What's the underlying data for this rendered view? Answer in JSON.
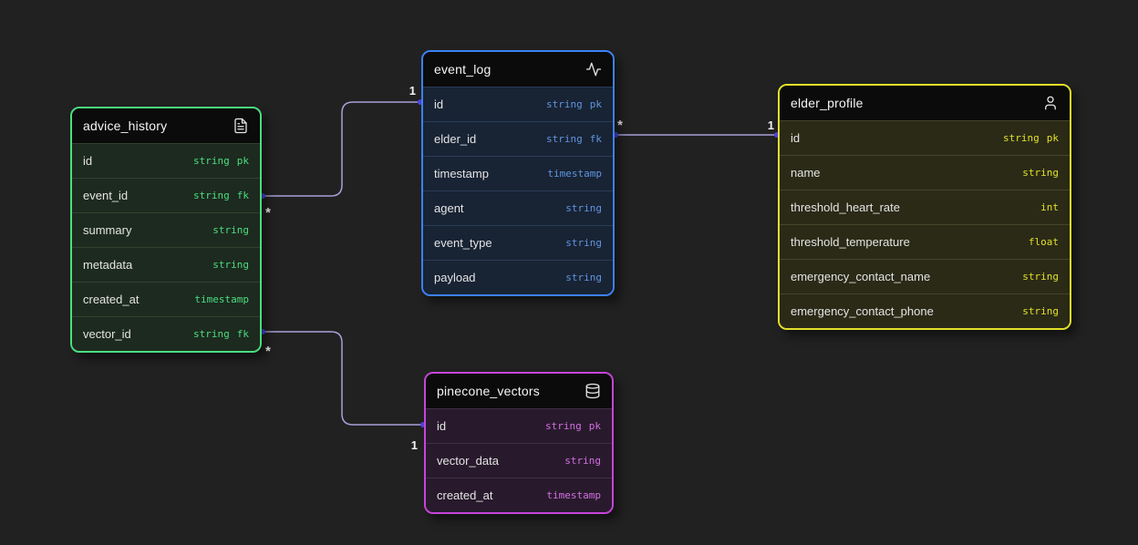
{
  "canvas": {
    "background": "#212121"
  },
  "connector": {
    "line_color": "#a7a1d9",
    "dot_color": "#4f46e5"
  },
  "tables": [
    {
      "name": "advice_history",
      "icon": "file-text-icon",
      "accent": "#4ade80",
      "row_bg": "#1d2a1f",
      "separator": "#31412f",
      "type_color": "#4ade80",
      "fields": [
        {
          "name": "id",
          "type": "string",
          "key": "pk"
        },
        {
          "name": "event_id",
          "type": "string",
          "key": "fk"
        },
        {
          "name": "summary",
          "type": "string",
          "key": ""
        },
        {
          "name": "metadata",
          "type": "string",
          "key": ""
        },
        {
          "name": "created_at",
          "type": "timestamp",
          "key": ""
        },
        {
          "name": "vector_id",
          "type": "string",
          "key": "fk"
        }
      ]
    },
    {
      "name": "event_log",
      "icon": "activity-icon",
      "accent": "#3b82f6",
      "row_bg": "#182334",
      "separator": "#2b3c58",
      "type_color": "#6095e0",
      "fields": [
        {
          "name": "id",
          "type": "string",
          "key": "pk"
        },
        {
          "name": "elder_id",
          "type": "string",
          "key": "fk"
        },
        {
          "name": "timestamp",
          "type": "timestamp",
          "key": ""
        },
        {
          "name": "agent",
          "type": "string",
          "key": ""
        },
        {
          "name": "event_type",
          "type": "string",
          "key": ""
        },
        {
          "name": "payload",
          "type": "string",
          "key": ""
        }
      ]
    },
    {
      "name": "elder_profile",
      "icon": "user-icon",
      "accent": "#e4e02a",
      "row_bg": "#2a2a17",
      "separator": "#45452a",
      "type_color": "#e4e02a",
      "fields": [
        {
          "name": "id",
          "type": "string",
          "key": "pk"
        },
        {
          "name": "name",
          "type": "string",
          "key": ""
        },
        {
          "name": "threshold_heart_rate",
          "type": "int",
          "key": ""
        },
        {
          "name": "threshold_temperature",
          "type": "float",
          "key": ""
        },
        {
          "name": "emergency_contact_name",
          "type": "string",
          "key": ""
        },
        {
          "name": "emergency_contact_phone",
          "type": "string",
          "key": ""
        }
      ]
    },
    {
      "name": "pinecone_vectors",
      "icon": "database-icon",
      "accent": "#c645d9",
      "row_bg": "#281a2c",
      "separator": "#442c49",
      "type_color": "#d46ee2",
      "fields": [
        {
          "name": "id",
          "type": "string",
          "key": "pk"
        },
        {
          "name": "vector_data",
          "type": "string",
          "key": ""
        },
        {
          "name": "created_at",
          "type": "timestamp",
          "key": ""
        }
      ]
    }
  ],
  "relationships": [
    {
      "from": "advice_history.event_id",
      "to": "event_log.id",
      "from_label": "*",
      "to_label": "1"
    },
    {
      "from": "event_log.elder_id",
      "to": "elder_profile.id",
      "from_label": "*",
      "to_label": "1"
    },
    {
      "from": "advice_history.vector_id",
      "to": "pinecone_vectors.id",
      "from_label": "*",
      "to_label": "1"
    }
  ]
}
